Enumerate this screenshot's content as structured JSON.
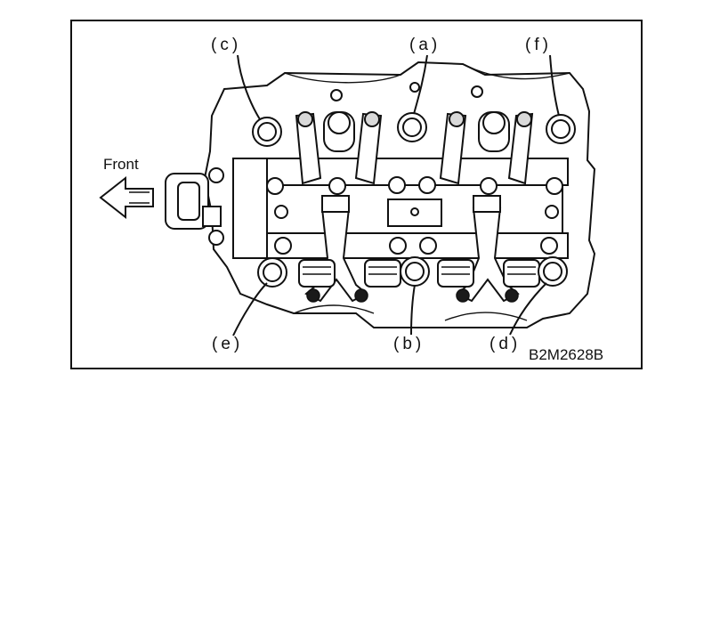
{
  "figure": {
    "direction_label": "Front",
    "figure_code": "B2M2628B",
    "callouts": {
      "a": "(a)",
      "b": "(b)",
      "c": "(c)",
      "d": "(d)",
      "e": "(e)",
      "f": "(f)"
    }
  }
}
